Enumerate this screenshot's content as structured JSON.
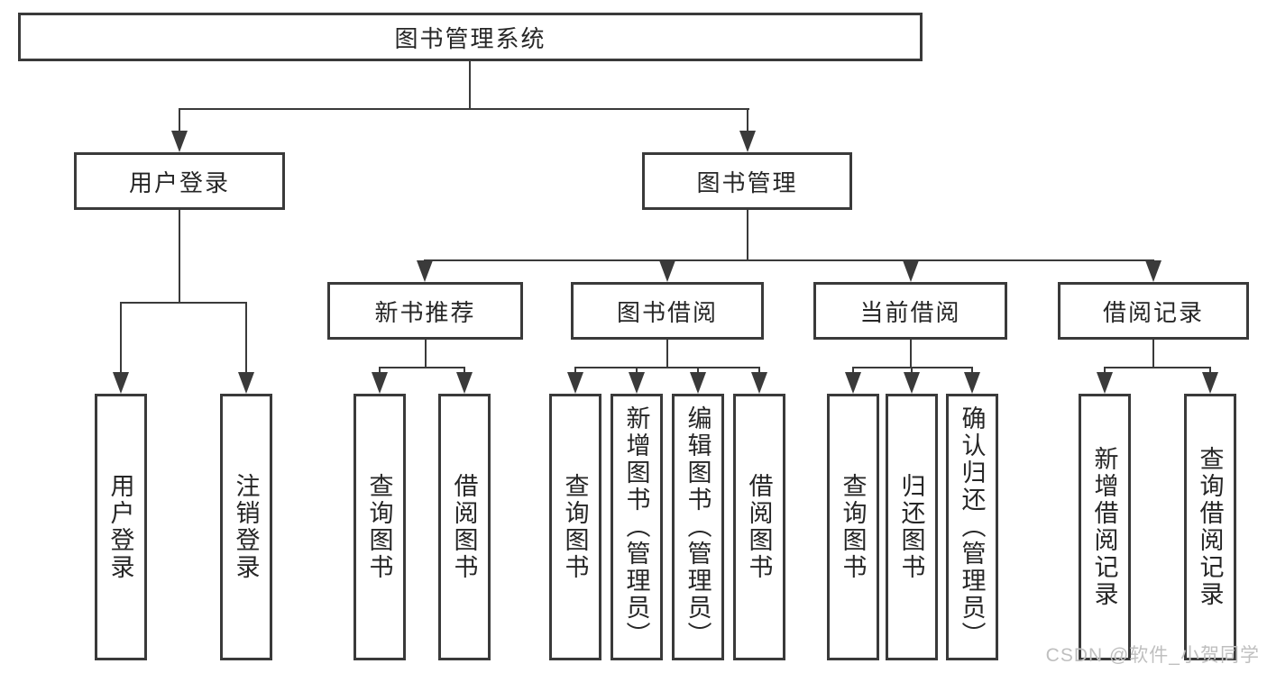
{
  "tree": {
    "root": {
      "label": "图书管理系统"
    },
    "branches": [
      {
        "label": "用户登录",
        "children": [
          {
            "label": "用户登录"
          },
          {
            "label": "注销登录"
          }
        ]
      },
      {
        "label": "图书管理",
        "children": [
          {
            "label": "新书推荐",
            "children": [
              {
                "label": "查询图书"
              },
              {
                "label": "借阅图书"
              }
            ]
          },
          {
            "label": "图书借阅",
            "children": [
              {
                "label": "查询图书"
              },
              {
                "label": "新增图书（管理员）"
              },
              {
                "label": "编辑图书（管理员）"
              },
              {
                "label": "借阅图书"
              }
            ]
          },
          {
            "label": "当前借阅",
            "children": [
              {
                "label": "查询图书"
              },
              {
                "label": "归还图书"
              },
              {
                "label": "确认归还（管理员）"
              }
            ]
          },
          {
            "label": "借阅记录",
            "children": [
              {
                "label": "新增借阅记录"
              },
              {
                "label": "查询借阅记录"
              }
            ]
          }
        ]
      }
    ]
  },
  "watermark": {
    "text": "CSDN @软件_小贺同学"
  },
  "colors": {
    "line": "#3a3a3a",
    "text": "#262626",
    "watermark": "#bfbfbf",
    "background": "#ffffff"
  }
}
